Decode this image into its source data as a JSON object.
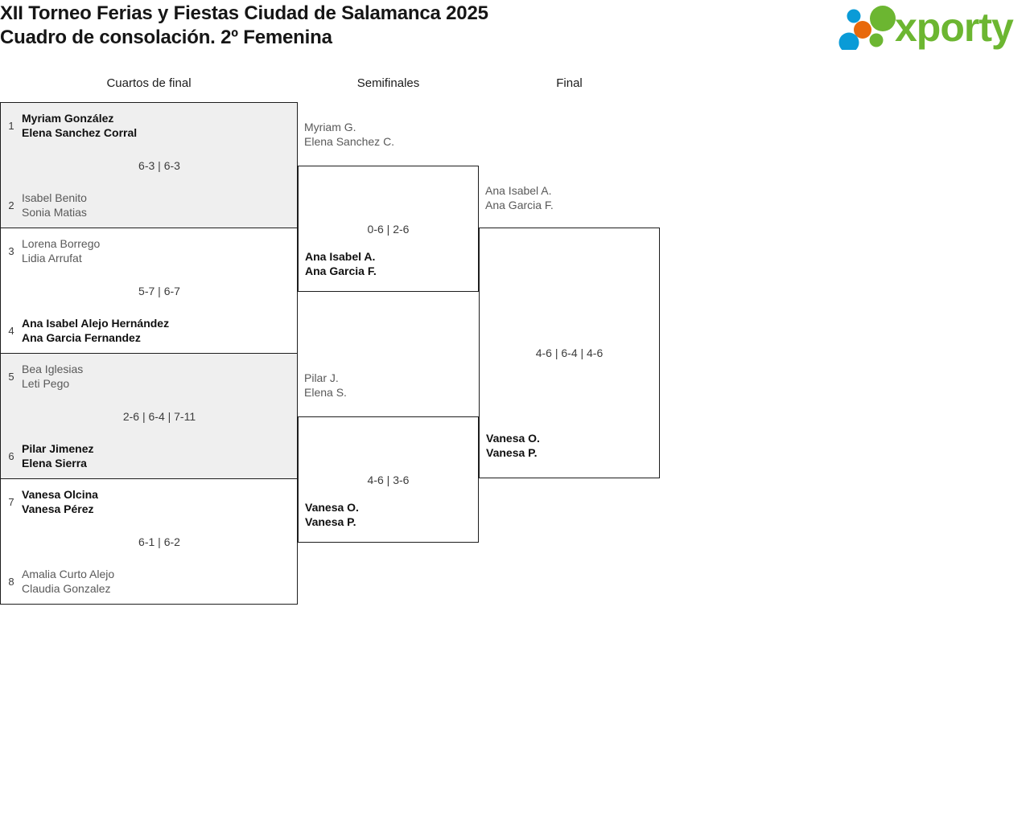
{
  "header": {
    "title_line1": "XII Torneo Ferias y Fiestas Ciudad de Salamanca 2025",
    "title_line2": "Cuadro de consolación. 2º Femenina",
    "logo_text": "xporty",
    "logo_colors": {
      "green": "#6cb631",
      "blue": "#0a9bd7",
      "orange": "#e8690b"
    }
  },
  "rounds": {
    "quarterfinals_label": "Cuartos de final",
    "semifinals_label": "Semifinales",
    "final_label": "Final"
  },
  "quarterfinals": [
    {
      "shaded": true,
      "top": {
        "seed": "1",
        "player1": "Myriam González",
        "player2": "Elena Sanchez Corral",
        "result": "winner"
      },
      "bottom": {
        "seed": "2",
        "player1": "Isabel Benito",
        "player2": "Sonia Matias",
        "result": "loser"
      },
      "score": "6-3 | 6-3"
    },
    {
      "shaded": false,
      "top": {
        "seed": "3",
        "player1": "Lorena Borrego",
        "player2": "Lidia Arrufat",
        "result": "loser"
      },
      "bottom": {
        "seed": "4",
        "player1": "Ana Isabel Alejo Hernández",
        "player2": "Ana Garcia Fernandez",
        "result": "winner"
      },
      "score": "5-7 | 6-7"
    },
    {
      "shaded": true,
      "top": {
        "seed": "5",
        "player1": "Bea Iglesias",
        "player2": "Leti Pego",
        "result": "loser"
      },
      "bottom": {
        "seed": "6",
        "player1": "Pilar Jimenez",
        "player2": "Elena Sierra",
        "result": "winner"
      },
      "score": "2-6 | 6-4 | 7-11"
    },
    {
      "shaded": false,
      "top": {
        "seed": "7",
        "player1": "Vanesa Olcina",
        "player2": "Vanesa Pérez",
        "result": "winner"
      },
      "bottom": {
        "seed": "8",
        "player1": "Amalia Curto Alejo",
        "player2": "Claudia Gonzalez",
        "result": "loser"
      },
      "score": "6-1 | 6-2"
    }
  ],
  "semifinals": [
    {
      "top": {
        "player1": "Myriam G.",
        "player2": "Elena Sanchez C.",
        "result": "loser"
      },
      "bottom": {
        "player1": "Ana Isabel A.",
        "player2": "Ana Garcia F.",
        "result": "winner"
      },
      "score": "0-6 | 2-6"
    },
    {
      "top": {
        "player1": "Pilar J.",
        "player2": "Elena S.",
        "result": "loser"
      },
      "bottom": {
        "player1": "Vanesa O.",
        "player2": "Vanesa P.",
        "result": "winner"
      },
      "score": "4-6 | 3-6"
    }
  ],
  "final": {
    "top": {
      "player1": "Ana Isabel A.",
      "player2": "Ana Garcia F.",
      "result": "loser"
    },
    "bottom": {
      "player1": "Vanesa O.",
      "player2": "Vanesa P.",
      "result": "winner"
    },
    "score": "4-6 | 6-4 | 4-6"
  }
}
